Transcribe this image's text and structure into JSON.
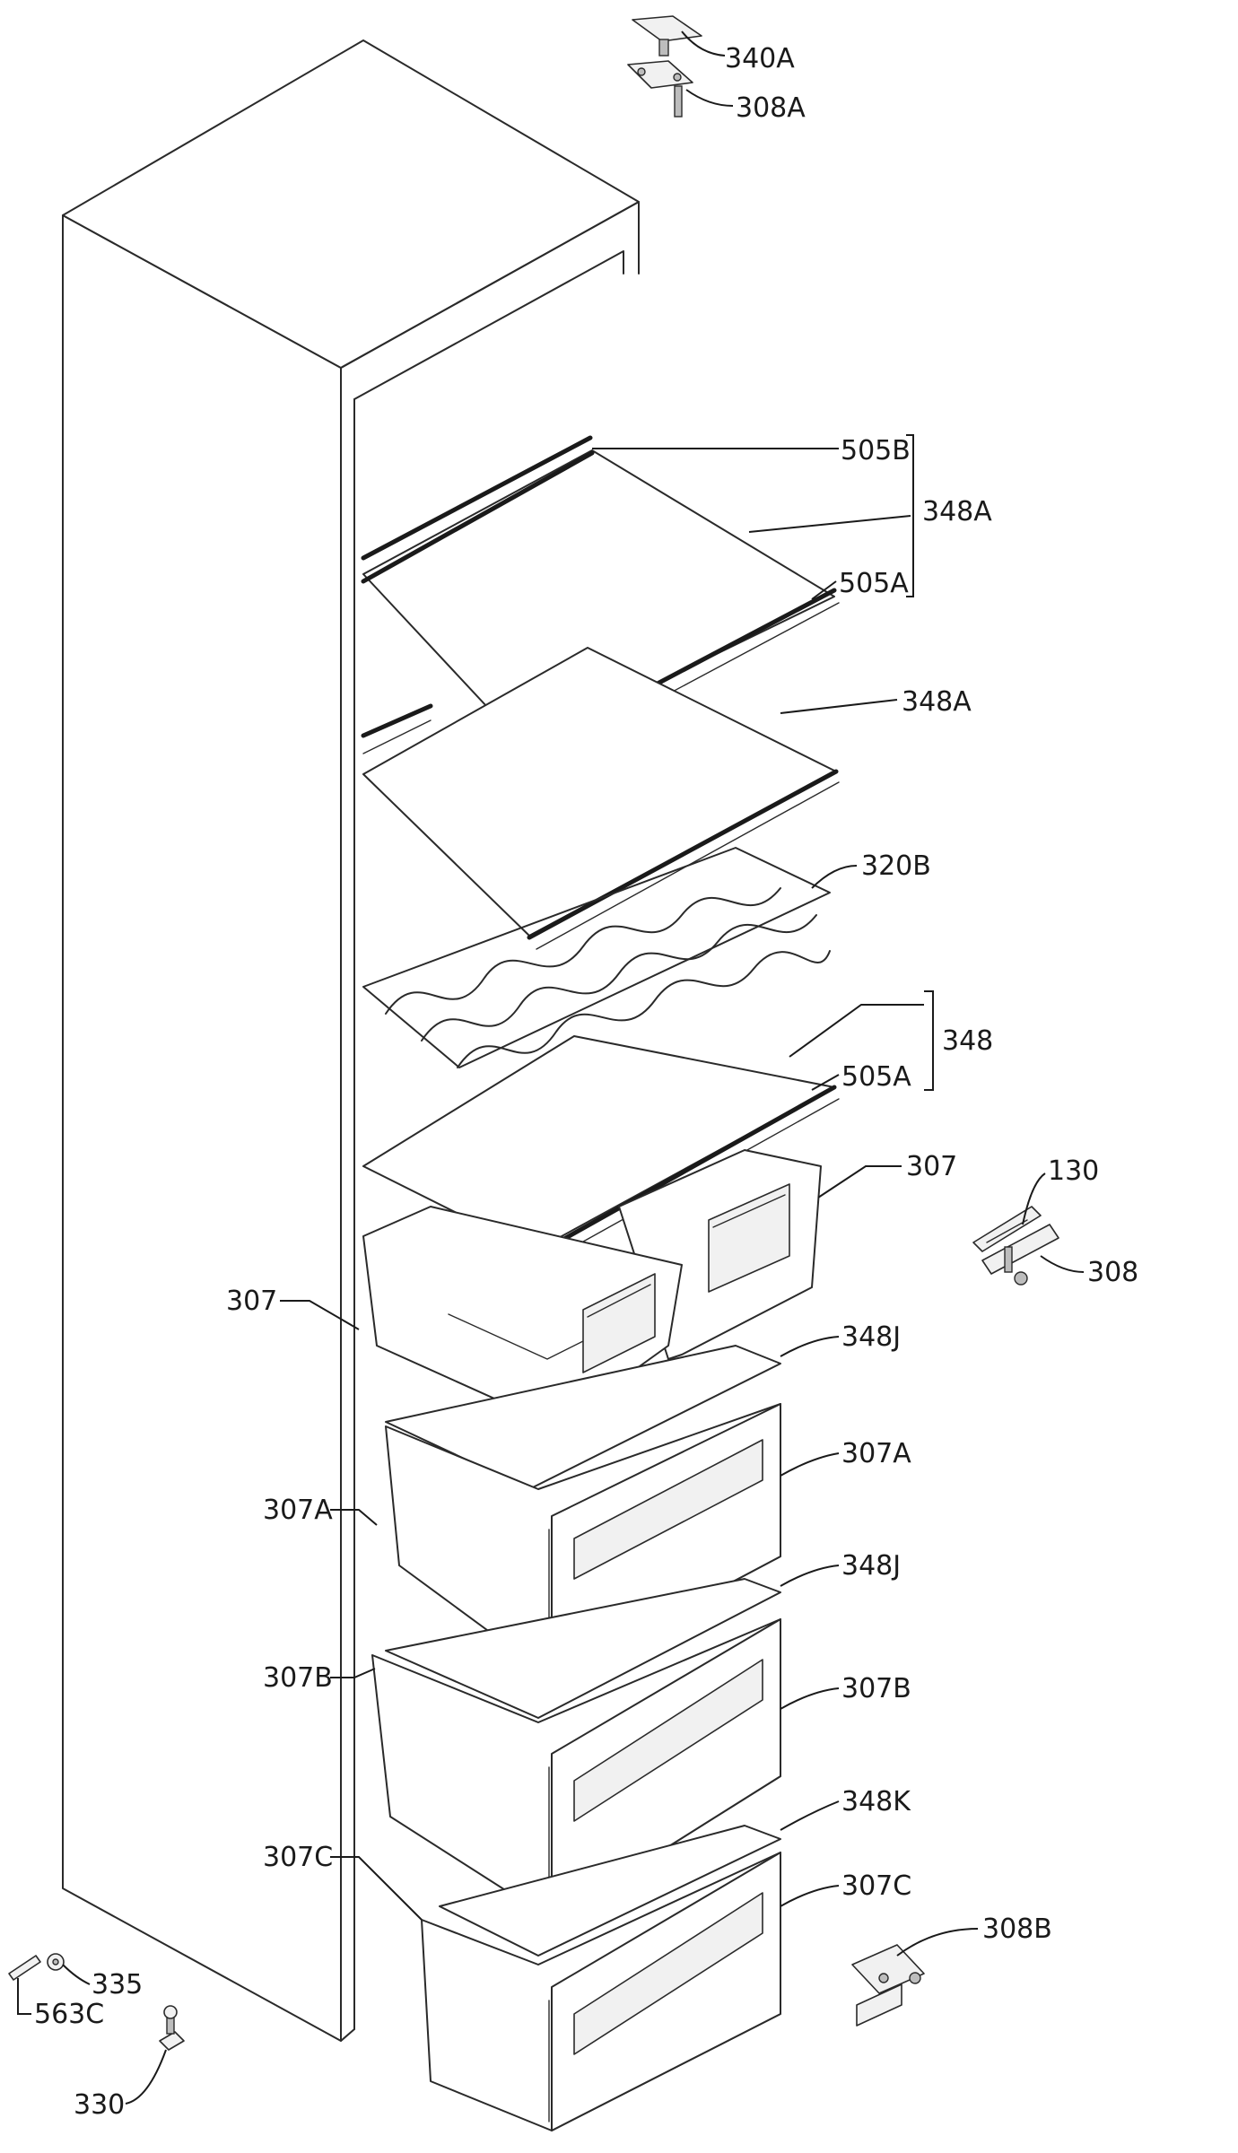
{
  "labels": {
    "l340A": "340A",
    "l308A": "308A",
    "l505B": "505B",
    "l348A_1": "348A",
    "l505A_1": "505A",
    "l348A_2": "348A",
    "l320B": "320B",
    "l348": "348",
    "l505A_2": "505A",
    "l307_right": "307",
    "l130": "130",
    "l308": "308",
    "l307_left": "307",
    "l348J_1": "348J",
    "l307A_right": "307A",
    "l307A_left": "307A",
    "l348J_2": "348J",
    "l307B_left": "307B",
    "l307B_right": "307B",
    "l348K": "348K",
    "l307C_left": "307C",
    "l307C_right": "307C",
    "l308B": "308B",
    "l335": "335",
    "l563C": "563C",
    "l330": "330"
  }
}
